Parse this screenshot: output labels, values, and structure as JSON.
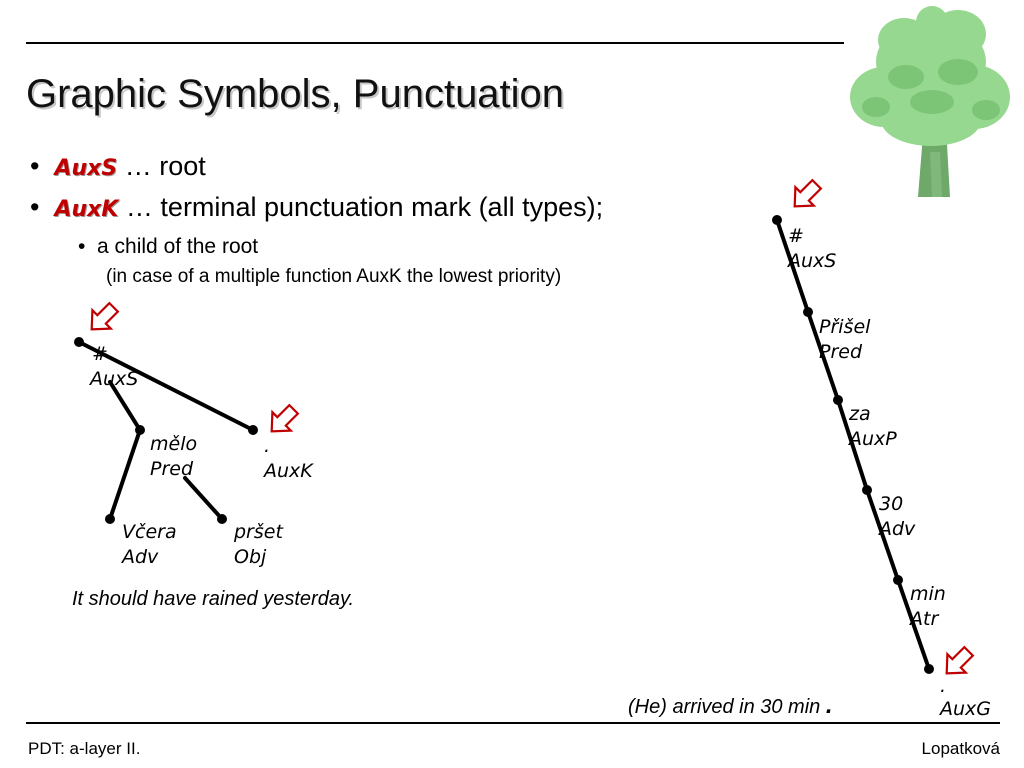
{
  "slide": {
    "title": "Graphic Symbols, Punctuation",
    "bullets": [
      {
        "keyword": "AuxS",
        "text": "… root"
      },
      {
        "keyword": "AuxK",
        "text": "… terminal punctuation mark (all types);"
      }
    ],
    "sub_bullet": "a child of the root",
    "sub_note": "(in case of a multiple function AuxK the lowest priority)",
    "footer_left": "PDT: a-layer II.",
    "footer_right": "Lopatková"
  },
  "left_tree": {
    "caption": "It should have rained yesterday.",
    "nodes": [
      {
        "word": "#",
        "label": "AuxS"
      },
      {
        "word": "mělo",
        "label": "Pred"
      },
      {
        "word": ".",
        "label": "AuxK"
      },
      {
        "word": "Včera",
        "label": "Adv"
      },
      {
        "word": "pršet",
        "label": "Obj"
      }
    ]
  },
  "right_tree": {
    "caption": "(He) arrived in 30 min",
    "caption_punct": ".",
    "nodes": [
      {
        "word": "#",
        "label": "AuxS"
      },
      {
        "word": "Přišel",
        "label": "Pred"
      },
      {
        "word": "za",
        "label": "AuxP"
      },
      {
        "word": "30",
        "label": "Adv"
      },
      {
        "word": "min",
        "label": "Atr"
      },
      {
        "word": ".",
        "label": "AuxG"
      }
    ]
  },
  "icons": {
    "tree": "tree-logo-icon",
    "arrow": "hollow-arrow-icon"
  },
  "colors": {
    "keyword": "#c00000",
    "arrow": "#c00000",
    "tree_logo": "#8fd38a"
  }
}
